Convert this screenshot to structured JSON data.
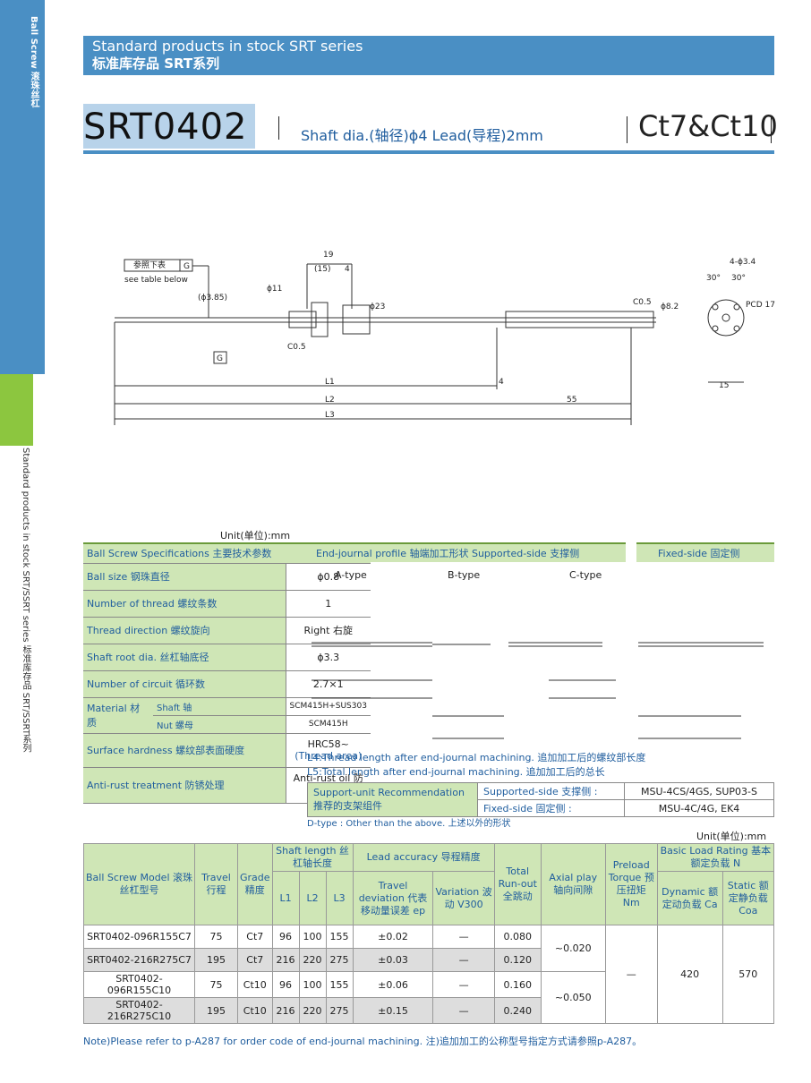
{
  "sidebar": {
    "top": "Ball Screw 滚珠丝杠",
    "side": "Standard products in stock  SRT/SSRT series  标准库存品  SRT/SSRT系列"
  },
  "header": {
    "line1": "Standard products in stock SRT series",
    "line2": "标准库存品  SRT系列"
  },
  "title": {
    "model": "SRT0402",
    "shaft": "Shaft dia.(轴径)ϕ4   Lead(导程)2mm",
    "grade": "Ct7&Ct10"
  },
  "drawing": {
    "ref": "参照下表",
    "ref_g": "G",
    "see": "see table below",
    "d1": "19",
    "d2": "(15)",
    "d3": "4",
    "d4": "4-ϕ3.4",
    "d5": "30°",
    "d6": "30°",
    "d7": "PCD 17",
    "d8": "15",
    "d9": "ϕ23",
    "d10": "ϕ11",
    "d11": "(ϕ3.85)",
    "d12": "C0.5",
    "d13": "C0.5",
    "d14": "ϕ8.2",
    "d15": "4",
    "d16": "55",
    "L1": "L1",
    "L2": "L2",
    "L3": "L3",
    "g": "G"
  },
  "units": {
    "u1": "Unit(单位):mm",
    "u2": "Unit(单位):mm"
  },
  "spec": {
    "header": "Ball Screw Specifications  主要技术参数",
    "rows": [
      {
        "l": "Ball size  钢珠直径",
        "v": "ϕ0.8"
      },
      {
        "l": "Number of thread  螺纹条数",
        "v": "1"
      },
      {
        "l": "Thread direction  螺纹旋向",
        "v": "Right  右旋"
      },
      {
        "l": "Shaft root dia.  丝杠轴底径",
        "v": "ϕ3.3"
      },
      {
        "l": "Number of circuit  循环数",
        "v": "2.7×1"
      }
    ],
    "material": "Material 材质",
    "shaft": "Shaft  轴",
    "shaft_v": "SCM415H+SUS303",
    "nut": "Nut  螺母",
    "nut_v": "SCM415H",
    "hard": "Surface hardness 螺纹部表面硬度",
    "hard_v": "HRC58~",
    "hard_v2": "(Thread area)",
    "rust": "Anti-rust treatment 防锈处理",
    "rust_v": "Anti-rust oil 防锈油"
  },
  "ej": {
    "header": "End-journal profile  轴端加工形状   Supported-side  支撑侧",
    "fixed": "Fixed-side  固定侧",
    "a": "A-type",
    "b": "B-type",
    "c": "C-type"
  },
  "notes": {
    "n1": "L4:Thread length after end-journal machining.   追加加工后的螺纹部长度",
    "n2": "L5:Total length after end-journal machining.   追加加工后的总长",
    "n3": "D-type : Other than the above.   上述以外的形状"
  },
  "support": {
    "label": "Support-unit Recommendation 推荐的支架组件",
    "s1": "Supported-side   支撑侧   :",
    "s1v": "MSU-4CS/4GS, SUP03-S",
    "s2": "Fixed-side         固定侧   :",
    "s2v": "MSU-4C/4G, EK4"
  },
  "table": {
    "h_model": "Ball Screw Model 滚珠丝杠型号",
    "h_travel": "Travel 行程",
    "h_grade": "Grade 精度",
    "h_shaft": "Shaft length 丝杠轴长度",
    "h_lead": "Lead accuracy 导程精度",
    "h_runout": "Total Run-out 全跳动",
    "h_axial": "Axial play 轴向间隙",
    "h_preload": "Preload Torque 预压扭矩 Nm",
    "h_load": "Basic Load Rating 基本额定负载  N",
    "l1": "L1",
    "l2": "L2",
    "l3": "L3",
    "h_dev": "Travel deviation 代表移动量误差 ep",
    "h_var": "Variation 波动 V300",
    "h_dyn": "Dynamic 额定动负载 Ca",
    "h_sta": "Static 额定静负载 Coa",
    "rows": [
      {
        "m": "SRT0402-096R155C7",
        "t": "75",
        "g": "Ct7",
        "l1": "96",
        "l2": "100",
        "l3": "155",
        "e": "±0.02",
        "v": "—",
        "r": "0.080"
      },
      {
        "m": "SRT0402-216R275C7",
        "t": "195",
        "g": "Ct7",
        "l1": "216",
        "l2": "220",
        "l3": "275",
        "e": "±0.03",
        "v": "—",
        "r": "0.120"
      },
      {
        "m": "SRT0402-096R155C10",
        "t": "75",
        "g": "Ct10",
        "l1": "96",
        "l2": "100",
        "l3": "155",
        "e": "±0.06",
        "v": "—",
        "r": "0.160"
      },
      {
        "m": "SRT0402-216R275C10",
        "t": "195",
        "g": "Ct10",
        "l1": "216",
        "l2": "220",
        "l3": "275",
        "e": "±0.15",
        "v": "—",
        "r": "0.240"
      }
    ],
    "axial1": "~0.020",
    "axial2": "~0.050",
    "preload": "—",
    "dyn": "420",
    "sta": "570"
  },
  "footnote": "Note)Please refer to p-A287 for order code of end-journal machining.   注)追加加工的公称型号指定方式请参照p-A287。"
}
